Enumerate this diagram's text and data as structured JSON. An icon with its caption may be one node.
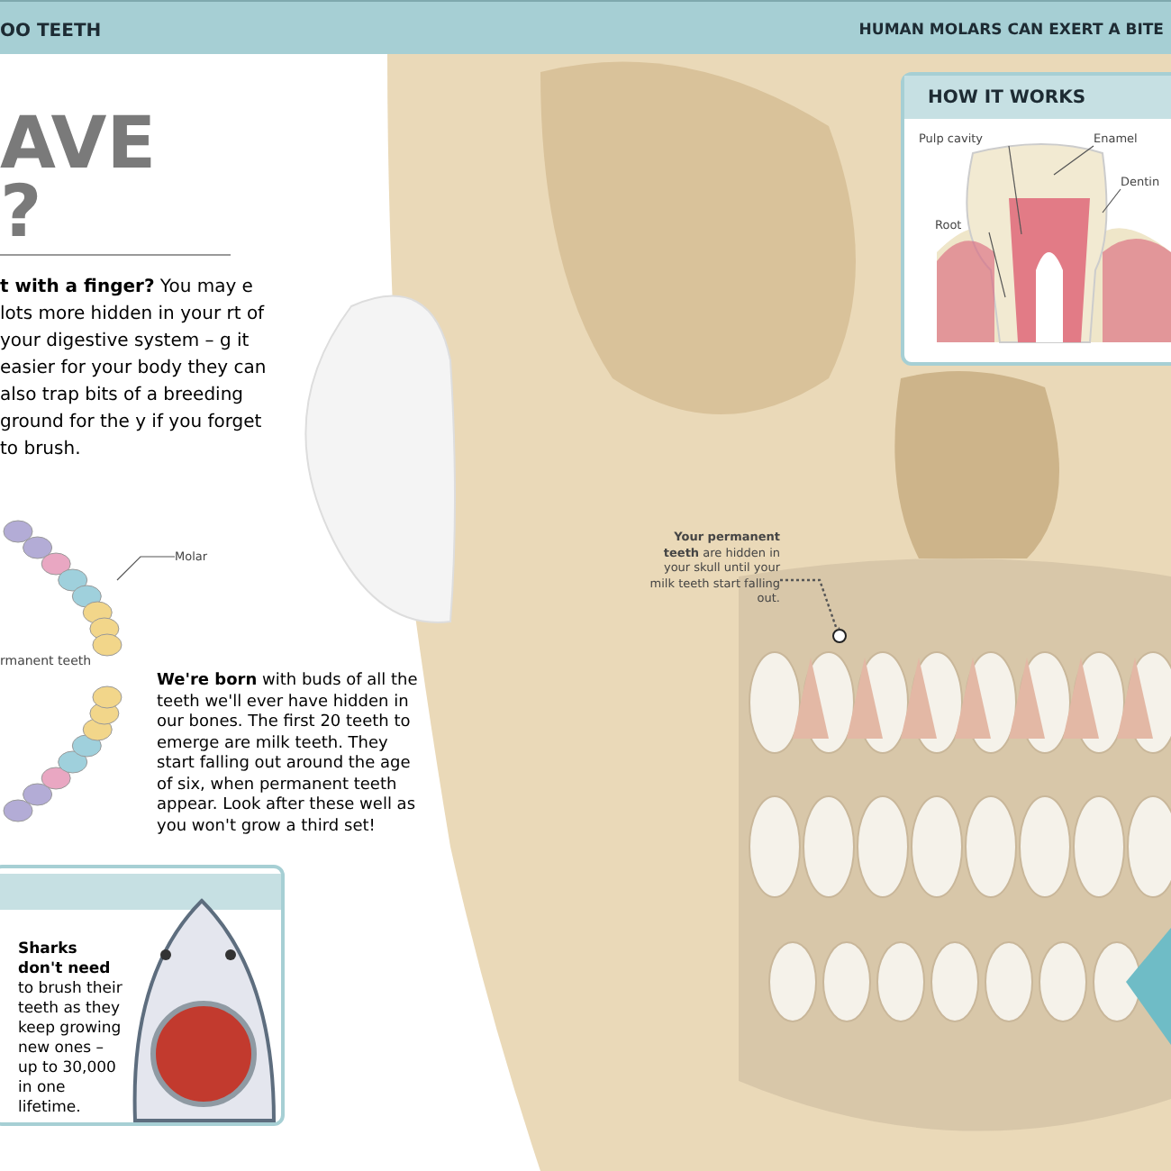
{
  "diagram": {
    "nodes": [
      {
        "text": [
          "Molar"
        ]
      },
      {
        "text": [
          "Pulp cavity"
        ]
      },
      {
        "text": [
          "Enamel"
        ]
      },
      {
        "text": [
          "Dentin"
        ]
      },
      {
        "text": [
          "Root"
        ]
      },
      {
        "text": [
          "**Your permanent teeth** are hidden in your skull until your milk teeth start falling out."
        ]
      },
      {
        "text": [],
        "shape": "circle"
      }
    ],
    "edges": [
      {
        "from": 0,
        "to": null,
        "arrow": "none"
      },
      {
        "from": 1,
        "to": null,
        "arrow": "none"
      },
      {
        "from": 2,
        "to": null,
        "arrow": "none"
      },
      {
        "from": 3,
        "to": null,
        "arrow": "none"
      },
      {
        "from": 4,
        "to": null,
        "arrow": "none"
      },
      {
        "from": 5,
        "to": 6,
        "arrow": "none",
        "style": "dashed"
      }
    ],
    "labels": [
      "OO TEETH",
      "HUMAN MOLARS CAN EXERT A BITE",
      "AVE",
      "?",
      "**t with a finger?** You may e lots more hidden in your rt of your digestive system – g it easier for your body they can also trap bits of a breeding ground for the y if you forget to brush.",
      "rmanent teeth",
      "**We're born** with buds of all the teeth we'll ever have hidden in our bones. The first 20 teeth to emerge are milk teeth. They start falling out around the age of six, when permanent teeth appear. Look after these well as you won't grow a third set!",
      "HOW IT WORKS",
      "**Sharks don't need** to brush their teeth as they keep growing new ones – up to 30,000 in one lifetime."
    ]
  }
}
